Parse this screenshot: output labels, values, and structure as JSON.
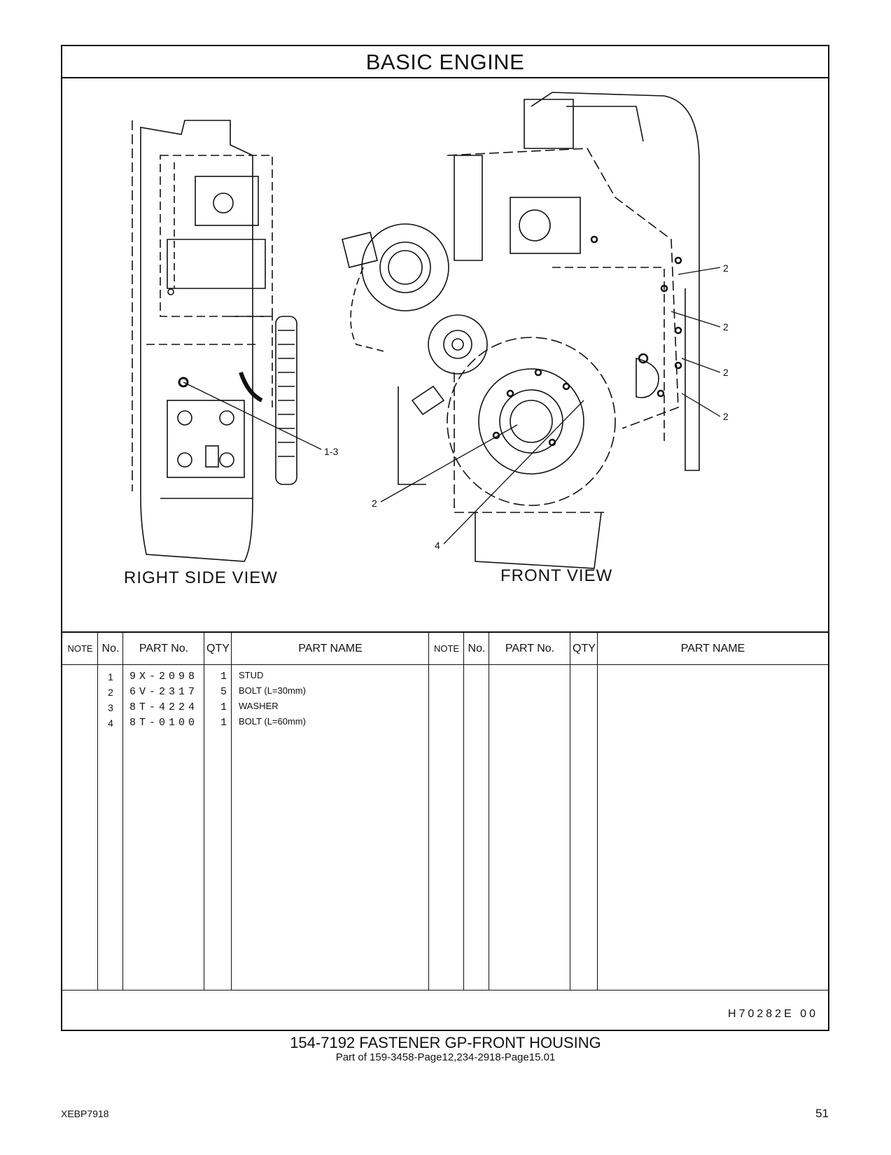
{
  "page": {
    "title": "BASIC  ENGINE",
    "views": {
      "right": "RIGHT  SIDE  VIEW",
      "front": "FRONT  VIEW"
    },
    "callouts": {
      "a": "1-3",
      "b": "2",
      "c": "2",
      "d": "2",
      "e": "2",
      "f": "2",
      "g": "4"
    },
    "table": {
      "headers": {
        "note": "NOTE",
        "no": "No.",
        "part_no": "PART No.",
        "qty": "QTY",
        "part_name": "PART NAME"
      },
      "rows": [
        {
          "no": "1",
          "part_no": "9X-2098",
          "qty": "1",
          "name": "STUD"
        },
        {
          "no": "2",
          "part_no": "6V-2317",
          "qty": "5",
          "name": "BOLT (L=30mm)"
        },
        {
          "no": "3",
          "part_no": "8T-4224",
          "qty": "1",
          "name": "WASHER"
        },
        {
          "no": "4",
          "part_no": "8T-0100",
          "qty": "1",
          "name": "BOLT (L=60mm)"
        }
      ]
    },
    "drawing_code": "H70282E   00",
    "caption_title": "154-7192  FASTENER GP-FRONT HOUSING",
    "caption_sub": "Part of 159-3458-Page12,234-2918-Page15.01",
    "doc_id": "XEBP7918",
    "page_number": "51"
  }
}
